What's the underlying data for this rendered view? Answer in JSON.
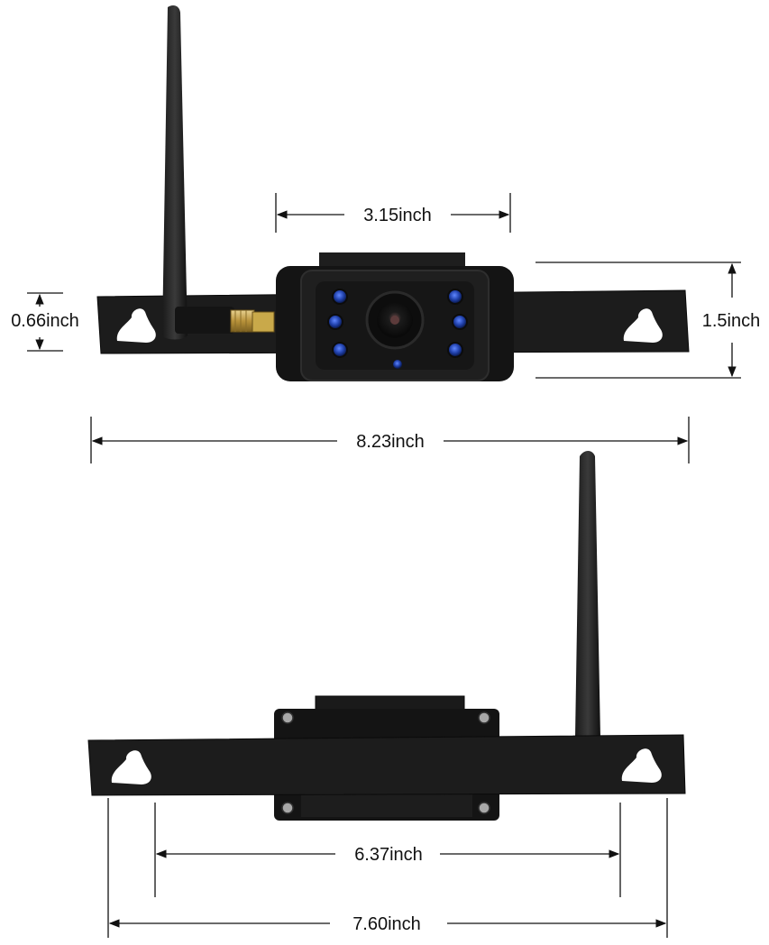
{
  "dimensions": {
    "camera_width": "3.15inch",
    "bracket_height": "0.66inch",
    "camera_height": "1.5inch",
    "total_width_front": "8.23inch",
    "hole_spacing": "6.37inch",
    "bracket_width": "7.60inch"
  },
  "views": {
    "front": "front view of wireless backup camera with antenna and license plate bracket",
    "back": "rear view of wireless backup camera with antenna and license plate bracket"
  },
  "colors": {
    "device": "#141414",
    "bracket": "#1c1c1c",
    "ir_led": "#1f3fa8",
    "brass": "#c9a94a",
    "line": "#111111",
    "hole": "#ffffff"
  }
}
